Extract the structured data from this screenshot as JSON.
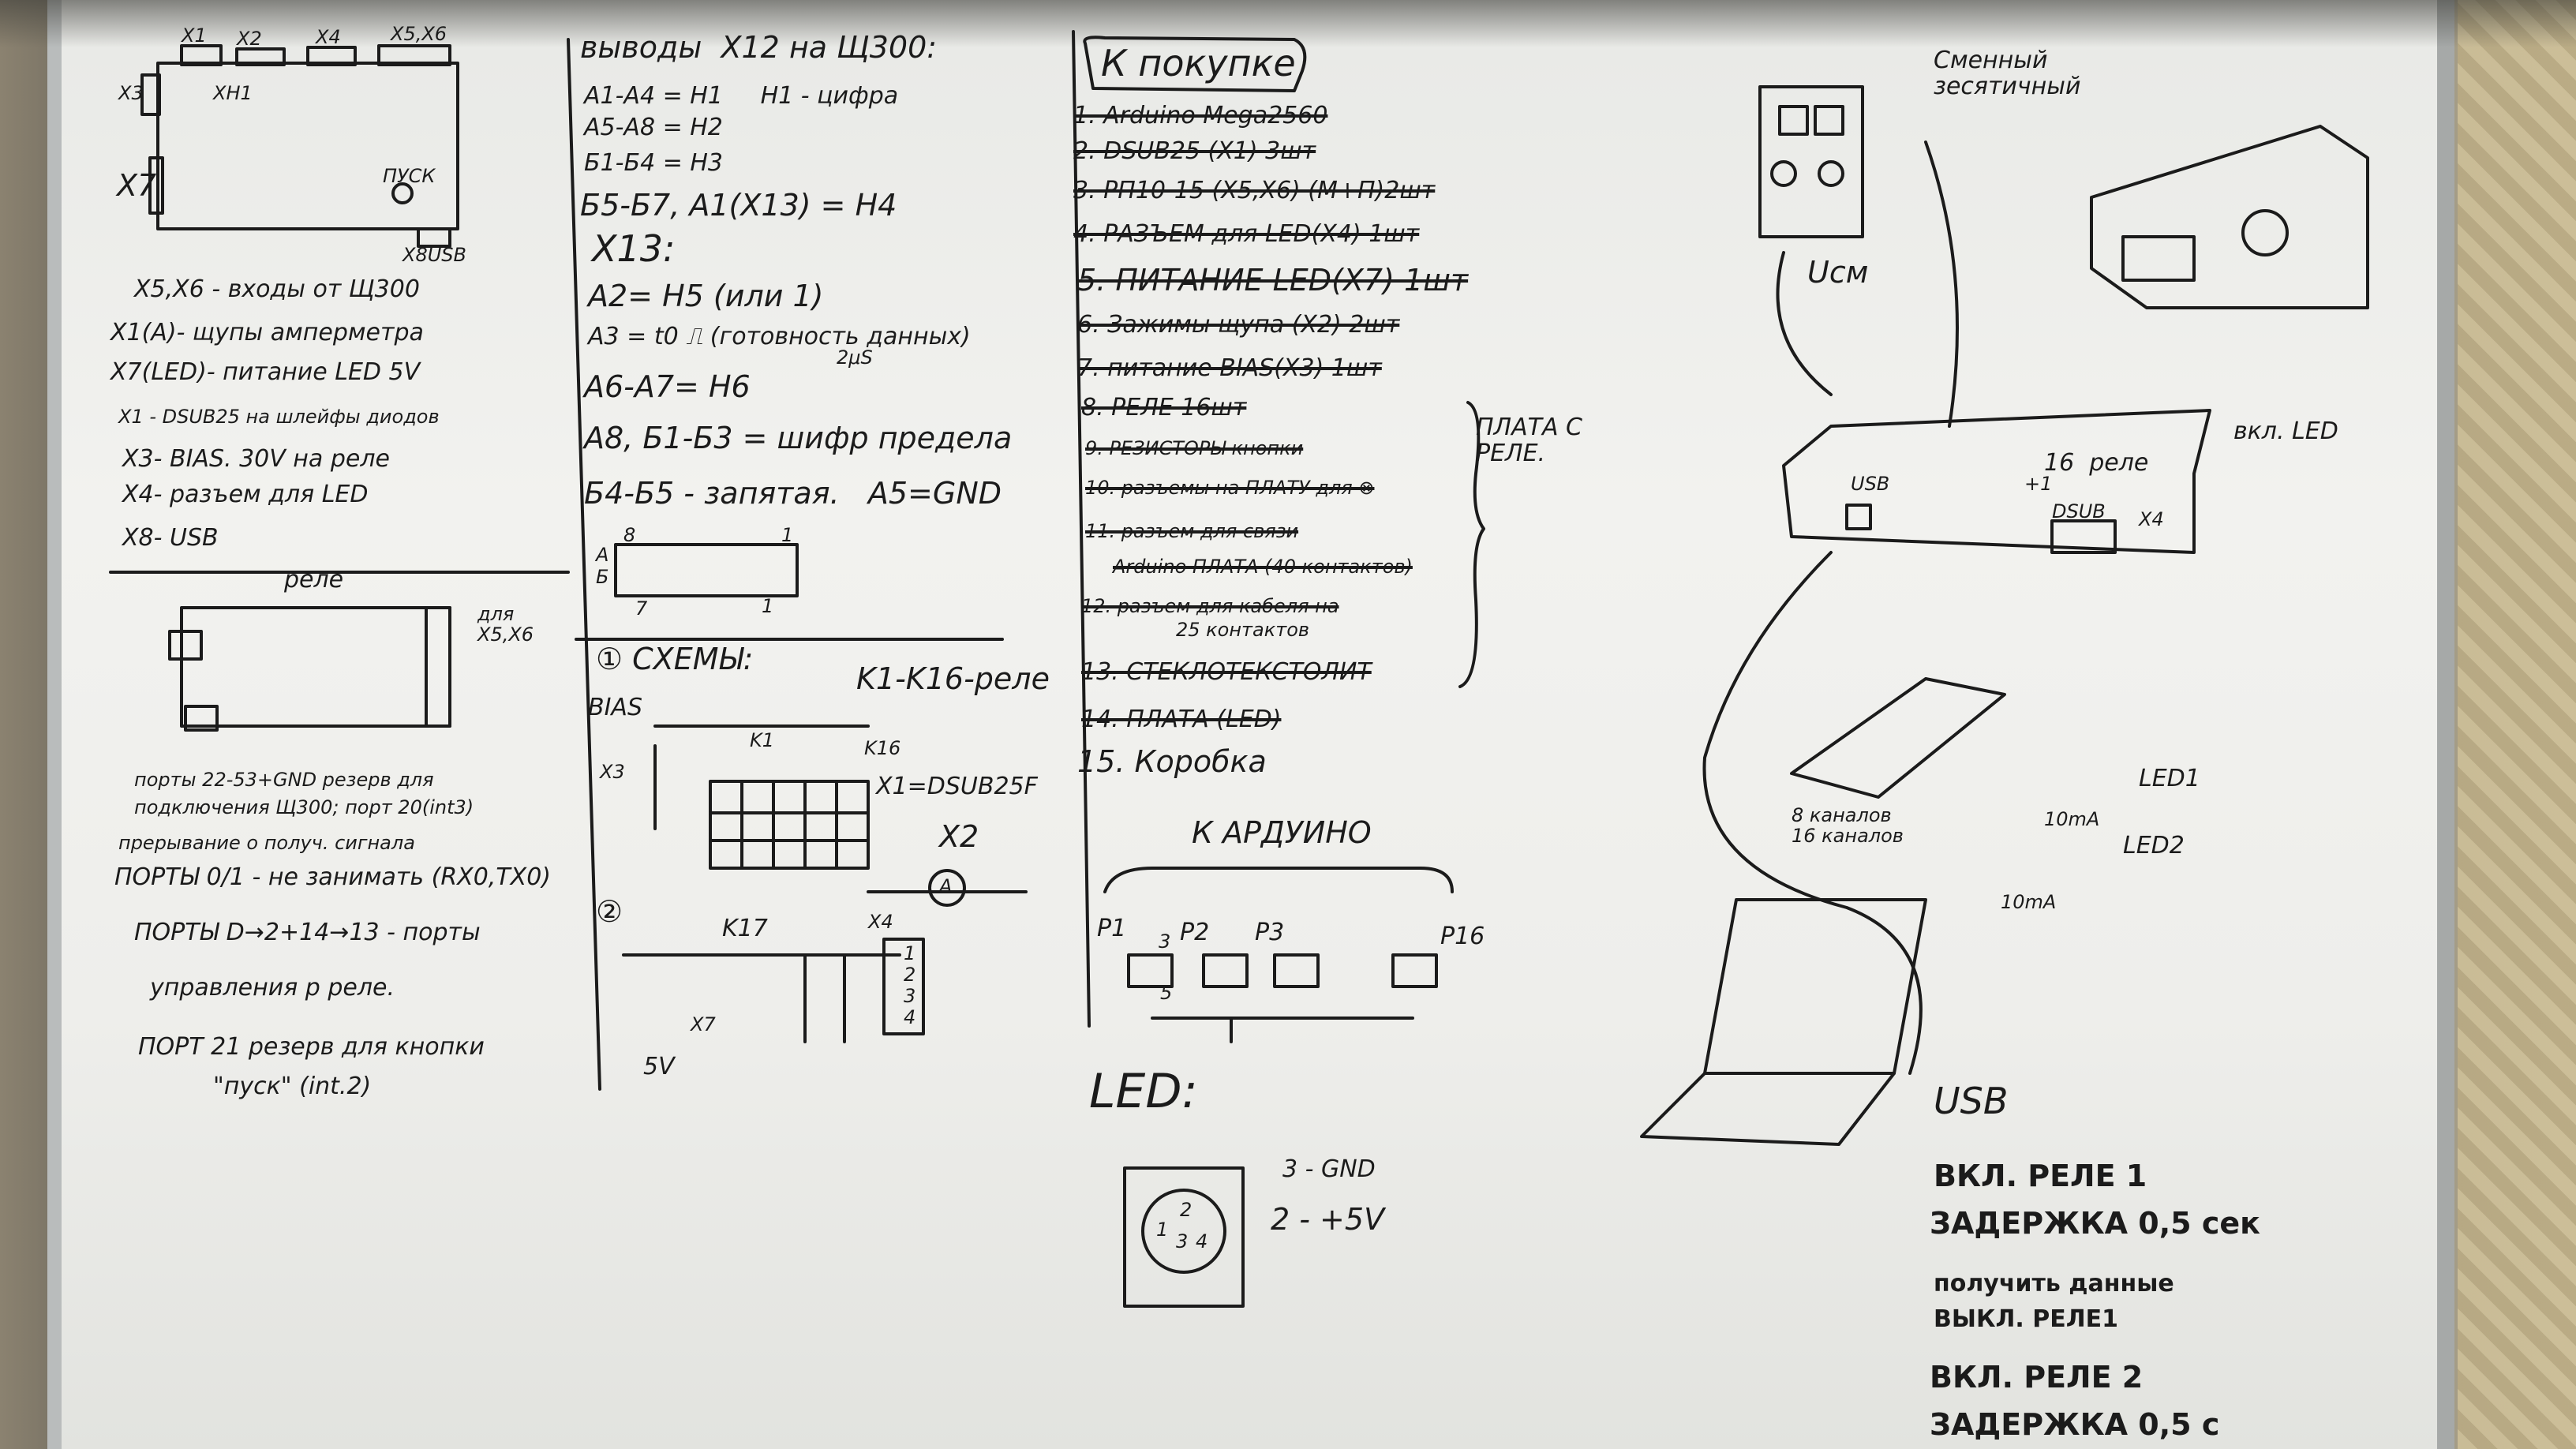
{
  "left_column": {
    "top_labels": [
      "X1",
      "X2",
      "X4",
      "X5,X6",
      "X3",
      "XH1",
      "X7",
      "ПУСК",
      "X8USB"
    ],
    "legend": [
      "X5,X6 - входы от Щ300",
      "X1(A)- щупы амперметра",
      "X7(LED)- питание LED 5V",
      "X1 - DSUB25 на шлейфы диодов",
      "X3- BIAS. 30V на реле",
      "X4- разъем для LED",
      "X8- USB"
    ],
    "relay_title": "реле",
    "relay_side": "для X5,X6",
    "ports_notes": [
      "порты 22-53+GND резерв для",
      "подключения Щ300; порт 20(int3)",
      "прерывание о получ. сигнала",
      "ПОРТЫ 0/1 - не занимать (RX0,TX0)",
      "ПОРТЫ D→2+14→13 - порты",
      "управления р реле.",
      "ПОРТ 21 резерв для кнопки",
      "\"пуск\" (int.2)"
    ]
  },
  "middle_column": {
    "title": "выводы  X12 на Щ300:",
    "lines": [
      "A1-A4 = H1     H1 - цифра",
      "A5-A8 = H2",
      "Б1-Б4 = H3",
      "Б5-Б7, A1(X13) = H4"
    ],
    "x13_title": "X13:",
    "x13_lines": [
      "A2= H5 (или 1)",
      "A3 = t0 ⎍ (готовность данных)",
      "A6-A7= H6",
      "A8, Б1-Б3 = шифр предела",
      "Б4-Б5 - запятая.   A5=GND"
    ],
    "x13_small": "2μS",
    "connector_labels": [
      "A",
      "Б",
      "8",
      "1",
      "7",
      "1"
    ],
    "schemes_title": "① СХЕМЫ:",
    "k_label": "K1-K16-реле",
    "bias": "BIAS",
    "x3": "X3",
    "k1": "K1",
    "k16": "K16",
    "dsub": "X1=DSUB25F",
    "x2": "X2",
    "ammeter": "A",
    "scheme2": "②",
    "k17": "K17",
    "x7": "X7",
    "x4": "X4",
    "v5": "5V",
    "x4_pins": [
      "1",
      "2",
      "3",
      "4"
    ]
  },
  "purchase": {
    "title": "К покупке",
    "items": [
      "1. Arduino Mega2560",
      "2. DSUB25 (X1) 3шт",
      "3. РП10-15 (X5,X6) (M+П)2шт",
      "4. РАЗЪЕМ для LED(X4) 1шт",
      "5. ПИТАНИЕ LED(X7) 1шт",
      "6. Зажимы щупа (X2) 2шт",
      "7. питание BIAS(X3) 1шт",
      "8. РЕЛЕ 16шт",
      "9. РЕЗИСТОРЫ кнопки",
      "10. разъемы на ПЛАТУ для ⊗",
      "11. разъем для связи",
      "Arduino ПЛАТА (40 контактов)",
      "12. разъем для кабеля на",
      "25 контактов",
      "13. СТЕКЛОТЕКСТОЛИТ",
      "14. ПЛАТА (LED)",
      "15. Коробка"
    ],
    "bracket_label": "ПЛАТА С\nРЕЛЕ."
  },
  "arduino": {
    "title": "К АРДУИНО",
    "pins": [
      "P1",
      "P2",
      "P3",
      "P16"
    ],
    "small": [
      "3",
      "5"
    ]
  },
  "led": {
    "title": "LED:",
    "pins_text": [
      "3 - GND",
      "2 - +5V"
    ],
    "socket_numbers": [
      "2",
      "1",
      "3",
      "4"
    ]
  },
  "right_column": {
    "corner_text": "Сменный\nзесятичный",
    "ucm": "Uсм",
    "box_labels": {
      "usb": "USB",
      "dsub": "DSUB",
      "x4": "X4",
      "relays": "16  реле",
      "plus": "+1",
      "led": "вкл. LED"
    },
    "diode_box": "8 каналов\n16 каналов",
    "led1": "LED1",
    "led2": "LED2",
    "ma1": "10mA",
    "ma2": "10mA",
    "usb_cable": "USB",
    "steps": [
      "ВКЛ. РЕЛЕ 1",
      "ЗАДЕРЖКА 0,5 сек",
      "получить данные",
      "ВЫКЛ. РЕЛЕ1",
      "ВКЛ. РЕЛЕ 2",
      "ЗАДЕРЖКА 0,5 с"
    ]
  }
}
